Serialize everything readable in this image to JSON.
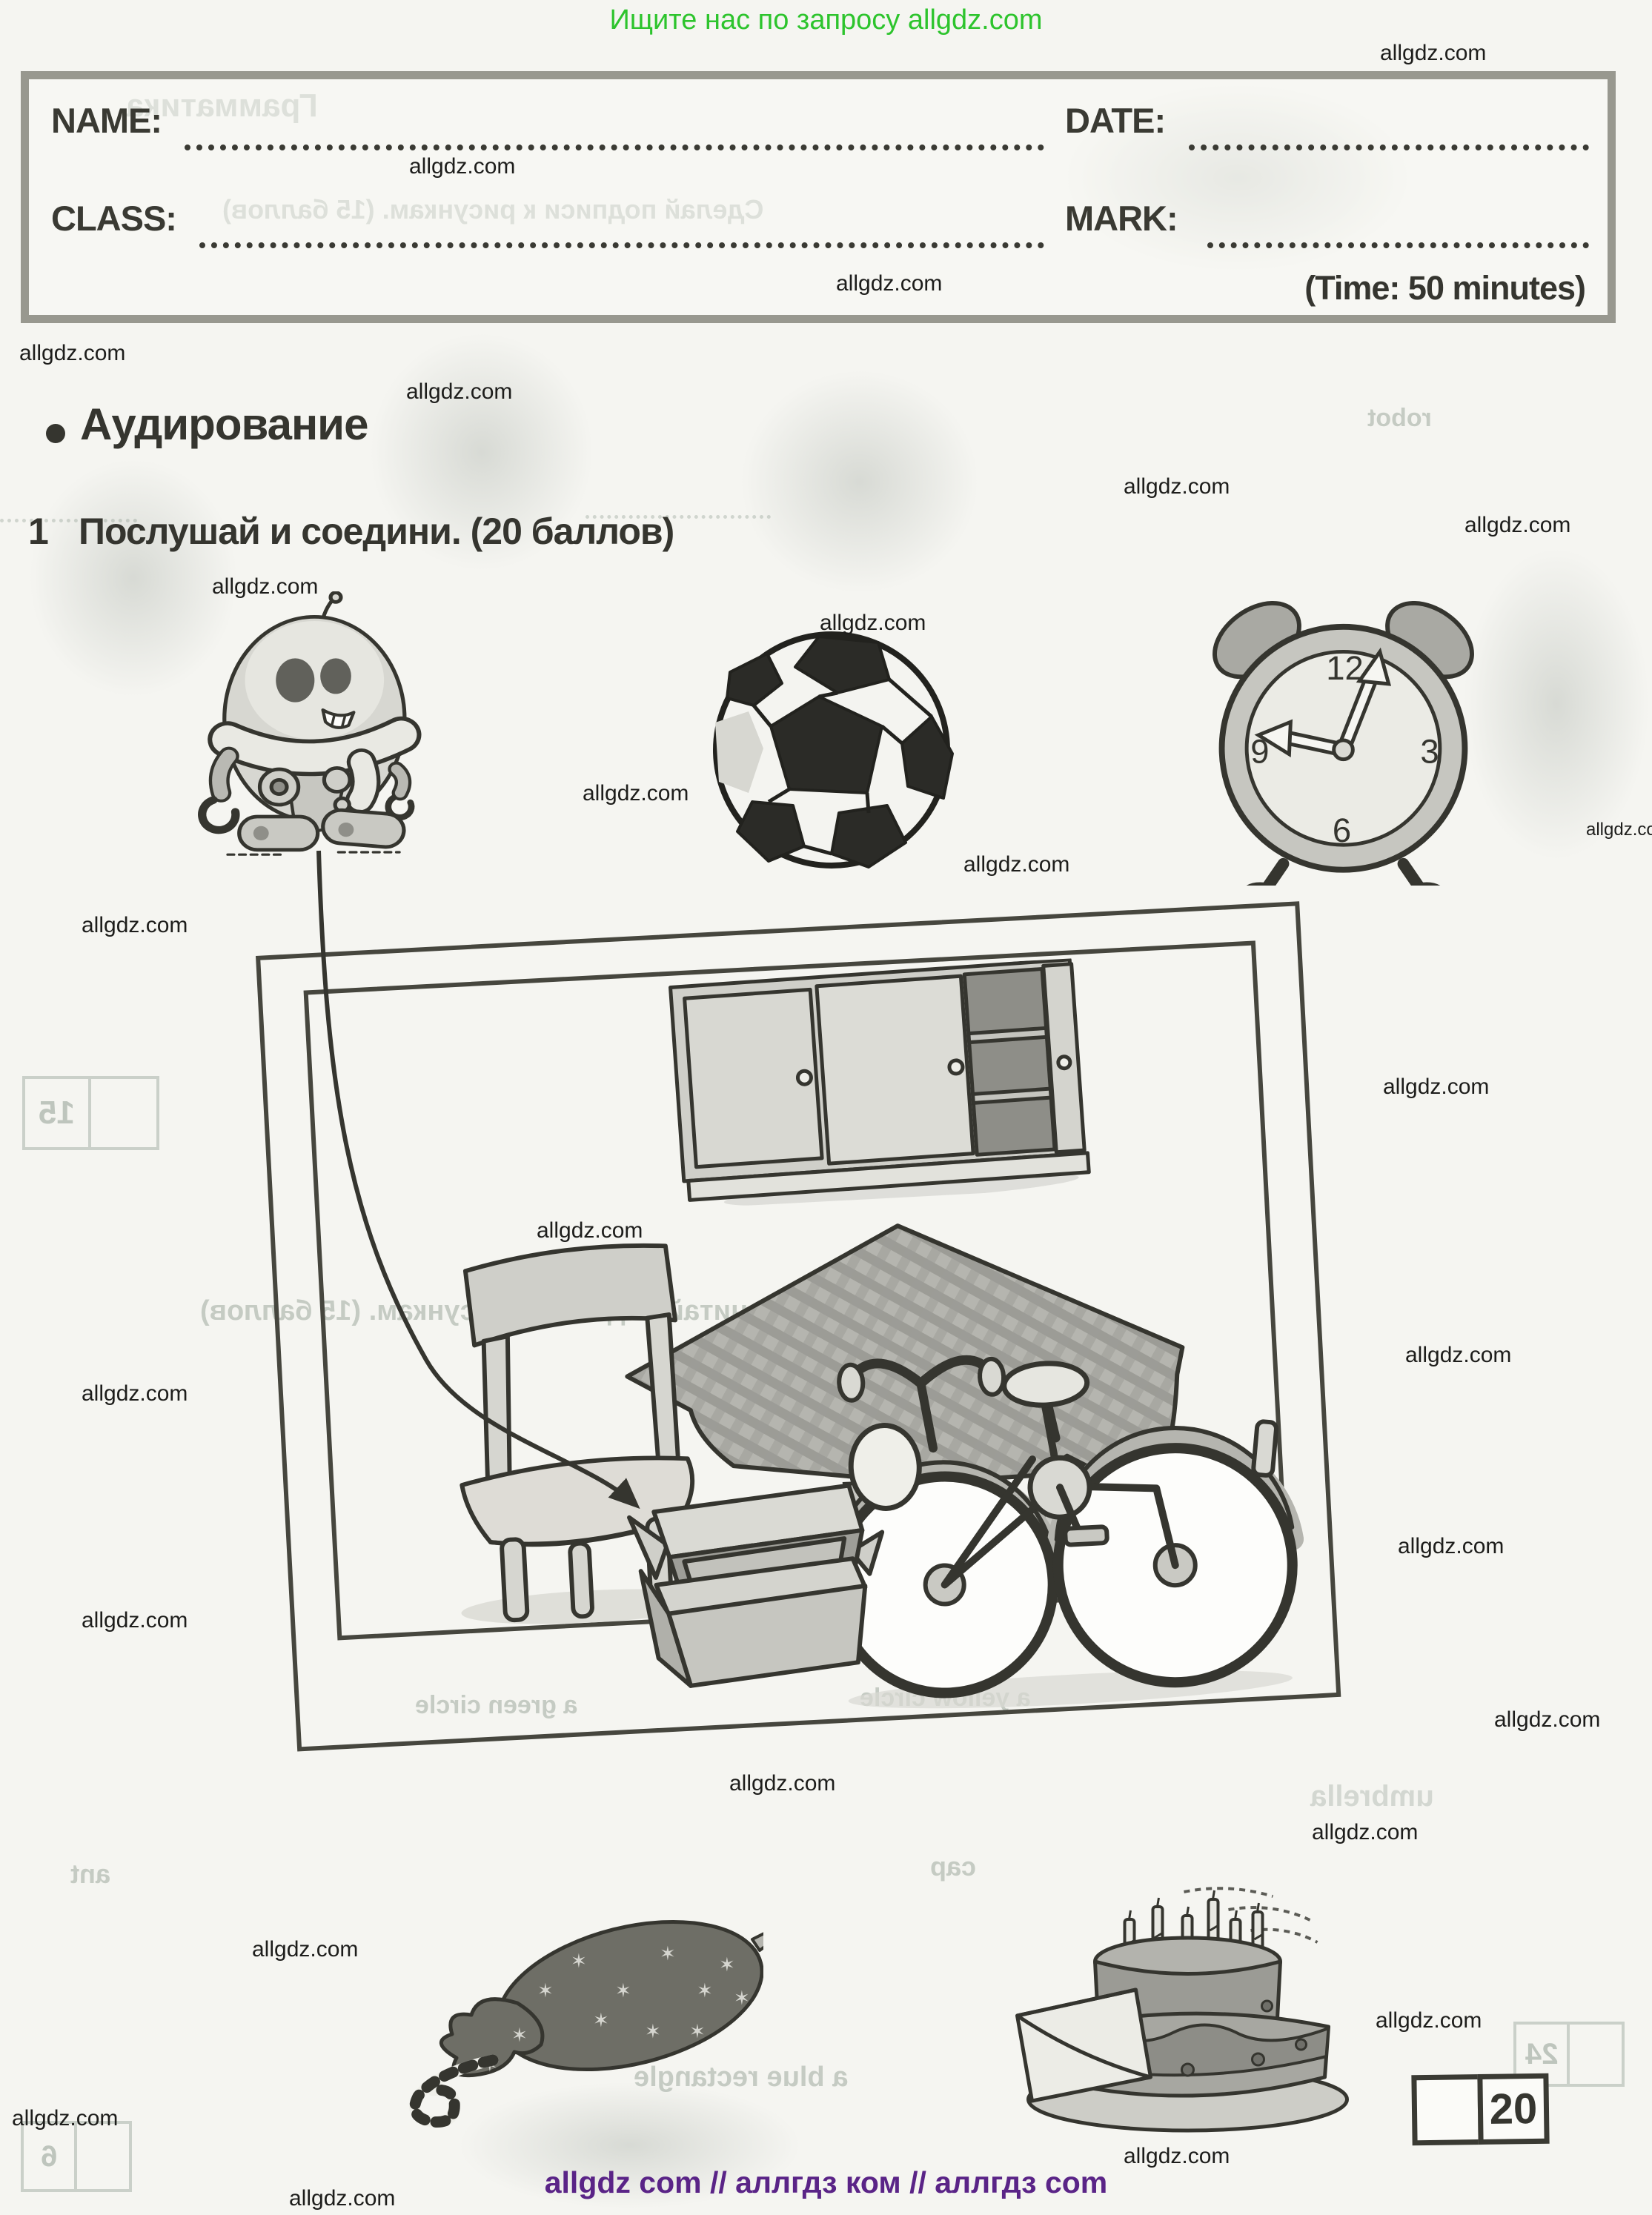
{
  "page": {
    "promo": "Ищите нас по запросу allgdz.com",
    "watermark": "allgdz.com",
    "footer": "allgdz com  //  аллгдз ком  //  аллгдз com"
  },
  "header_box": {
    "name_label": "NAME:",
    "date_label": "DATE:",
    "class_label": "CLASS:",
    "mark_label": "MARK:",
    "time_note": "(Time: 50 minutes)"
  },
  "section": {
    "title": "Аудирование"
  },
  "task": {
    "number": "1",
    "text": "Послушай и соедини. (20 баллов)"
  },
  "clock": {
    "n12": "12",
    "n3": "3",
    "n6": "6",
    "n9": "9"
  },
  "score": {
    "value": "20"
  },
  "scene": {
    "items": [
      "robot",
      "football",
      "alarm-clock",
      "cupboard",
      "table",
      "chair",
      "bicycle",
      "box",
      "balloon",
      "birthday-cake"
    ]
  },
  "colors": {
    "promo_green": "#2dc42d",
    "footer_purple": "#5a2487",
    "ink": "#35352f"
  },
  "bleed": {
    "grammar": "Грамматика",
    "task2": "Сделай подписи к рисункам. (15 баллов)",
    "task3": "Прочитай подписи к рисункам. (15 баллов)",
    "robot_word": "robot",
    "green_circle": "a green circle",
    "yellow_circle": "a yellow circle",
    "umbrella": "umbrella",
    "cap": "cap",
    "ant": "ant",
    "blue_rect": "a blue rectangle",
    "v15": "15",
    "v24": "24",
    "v6": "6"
  }
}
